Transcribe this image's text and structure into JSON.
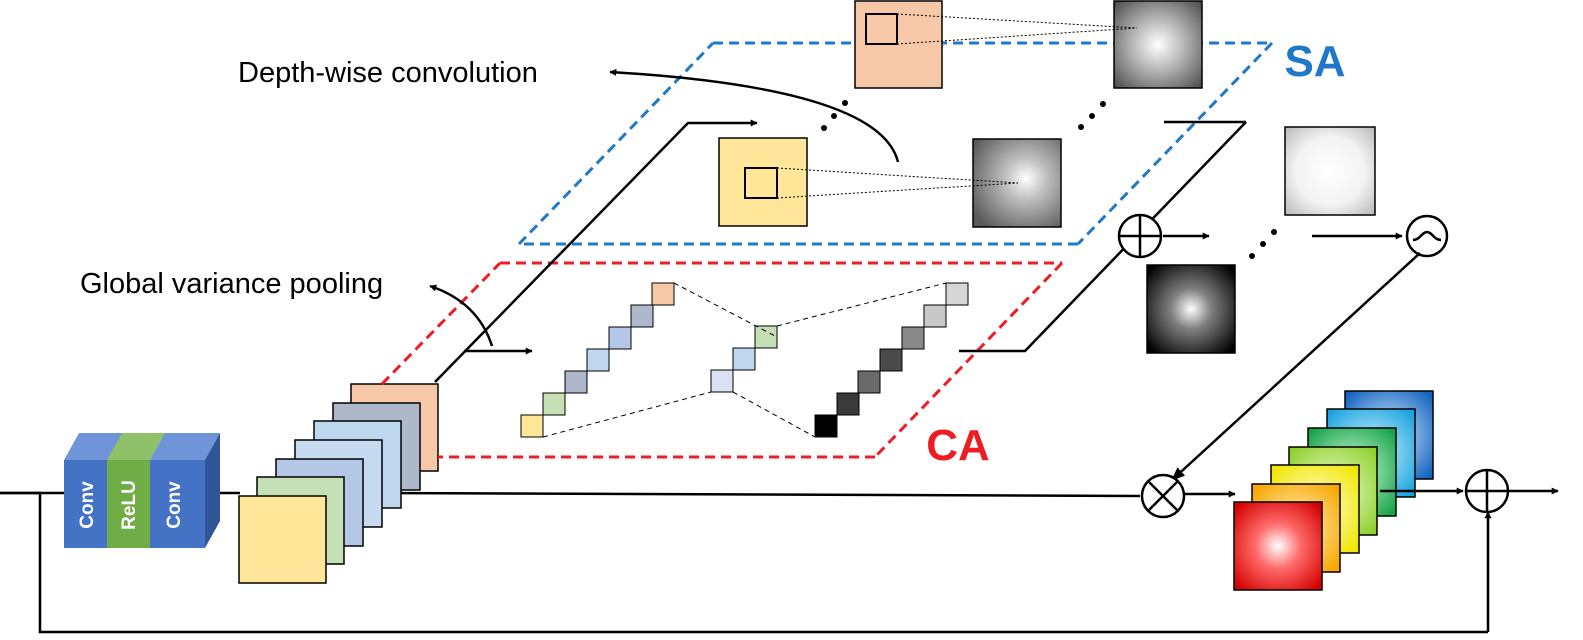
{
  "labels": {
    "depthwise": "Depth-wise convolution",
    "gvp": "Global variance pooling",
    "sa": "SA",
    "ca": "CA"
  },
  "blocks": {
    "conv1": "Conv",
    "relu": "ReLU",
    "conv2": "Conv"
  },
  "colors": {
    "sa_border": "#1f78c8",
    "ca_border": "#ee1c24",
    "conv_block": "#4472c4",
    "relu_block": "#70ad47",
    "line": "#000000"
  }
}
